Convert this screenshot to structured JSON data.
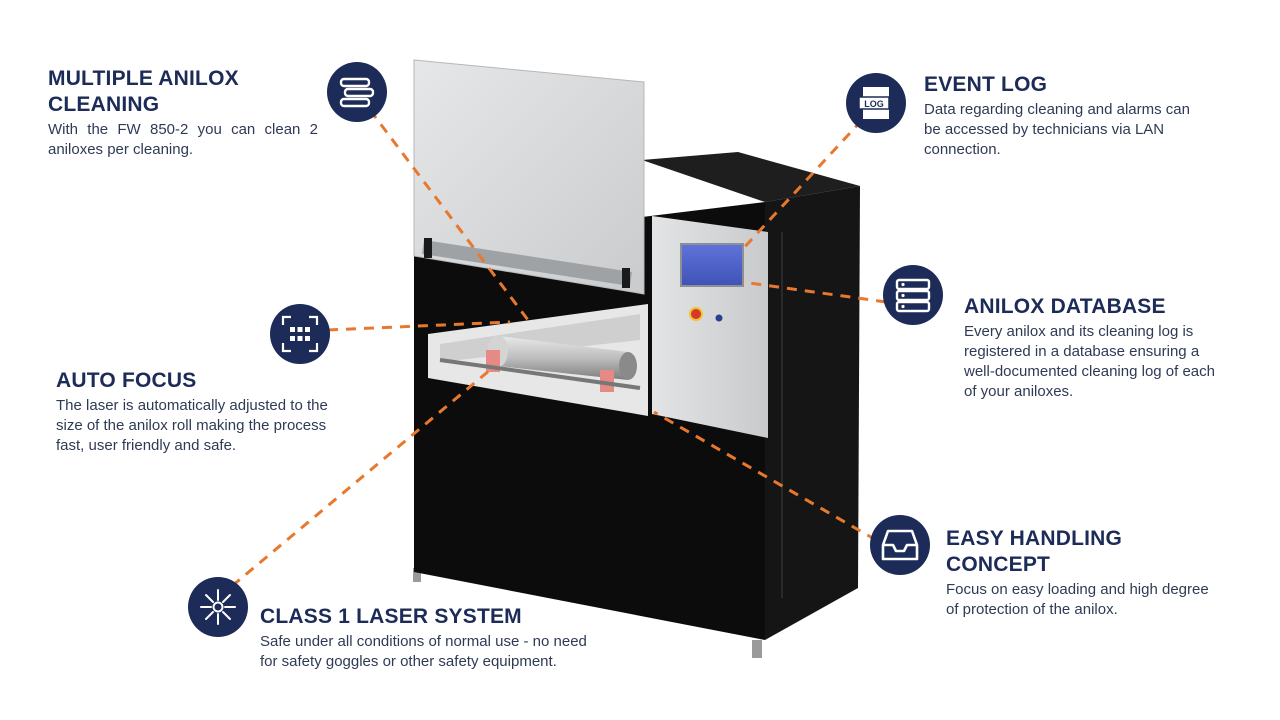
{
  "colors": {
    "navy": "#1c2b57",
    "accent_orange": "#e8782e",
    "machine_black": "#0d0d0d",
    "panel_grey": "#d9dbdc"
  },
  "features": {
    "multiple_anilox": {
      "title": "MULTIPLE ANILOX CLEANING",
      "text": "With the FW 850-2 you can clean 2 aniloxes per cleaning.",
      "icon": "stacked-rolls-icon"
    },
    "event_log": {
      "title": "EVENT LOG",
      "text": "Data regarding cleaning and alarms can be accessed by technicians via LAN connection.",
      "icon": "log-document-icon",
      "icon_text": "LOG"
    },
    "anilox_database": {
      "title": "ANILOX DATABASE",
      "text": "Every anilox and its cleaning log is registered in a database ensuring a well-documented cleaning log of each of your aniloxes.",
      "icon": "database-server-icon"
    },
    "auto_focus": {
      "title": "AUTO FOCUS",
      "text": "The laser is automatically adjusted to the size of the anilox roll making the process fast, user friendly and safe.",
      "icon": "focus-frame-icon"
    },
    "easy_handling": {
      "title": "EASY HANDLING CONCEPT",
      "text": "Focus on easy loading and high degree of protection of the anilox.",
      "icon": "inbox-tray-icon"
    },
    "laser_system": {
      "title": "CLASS 1 LASER SYSTEM",
      "text": "Safe under all conditions of normal use -  no need for safety goggles or other safety equipment.",
      "icon": "laser-burst-icon"
    }
  }
}
